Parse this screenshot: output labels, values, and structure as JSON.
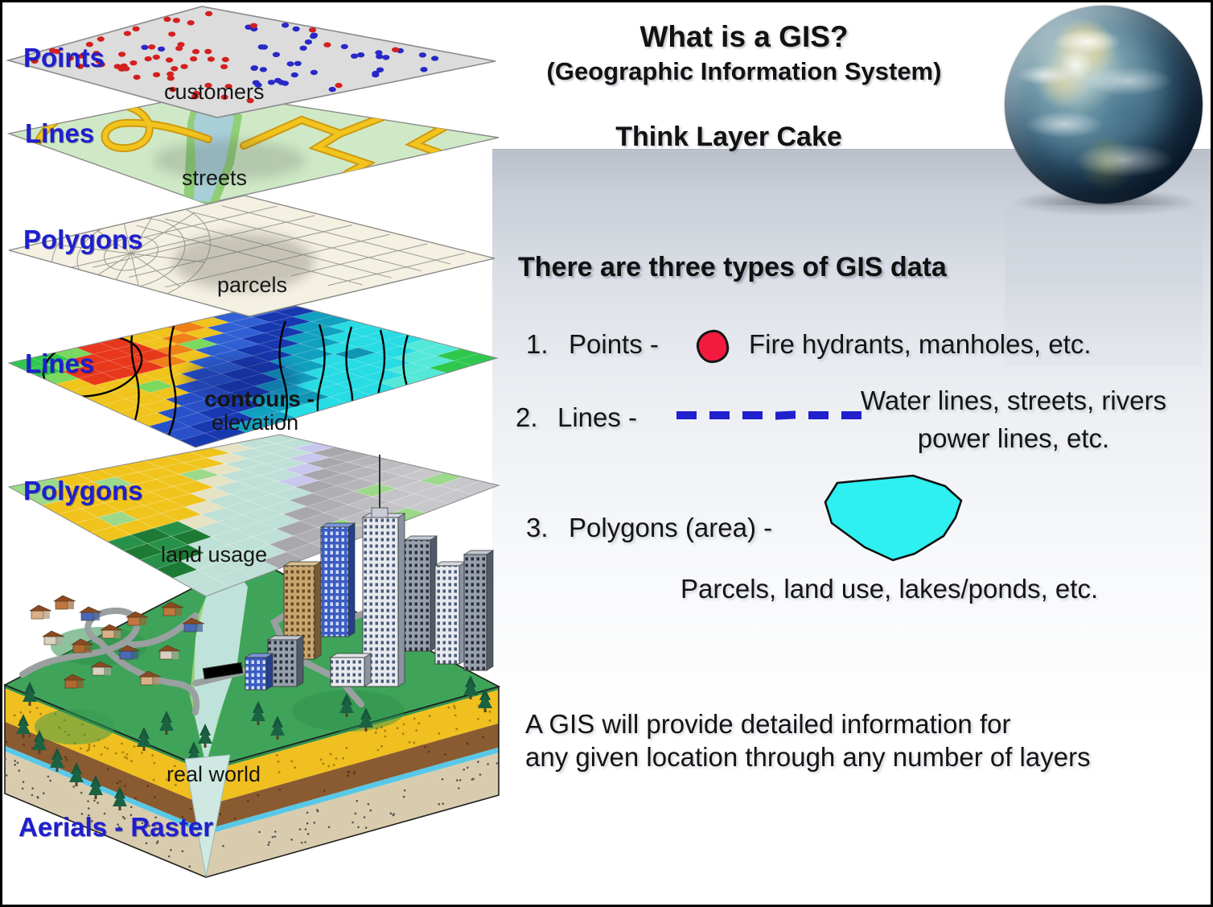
{
  "slide": {
    "title_line1": "What is a GIS?",
    "title_line2": "(Geographic Information System)",
    "subtitle": "Think Layer Cake",
    "section_heading": "There are three types of GIS data",
    "footer_line1": "A GIS will provide detailed information for",
    "footer_line2": "any given location through any number of layers"
  },
  "layer_stack": {
    "labels": [
      {
        "text": "Points"
      },
      {
        "text": "Lines"
      },
      {
        "text": "Polygons"
      },
      {
        "text": "Lines"
      },
      {
        "text": "Polygons"
      },
      {
        "text": "Aerials - Raster"
      }
    ],
    "captions": [
      "customers",
      "streets",
      "parcels",
      "contours -",
      "elevation",
      "land usage",
      "real world"
    ]
  },
  "data_types": {
    "items": [
      {
        "number": "1.",
        "label": "Points - ",
        "icon": "point-marker-icon",
        "description": "Fire hydrants, manholes, etc."
      },
      {
        "number": "2.",
        "label": "Lines - ",
        "icon": "dashed-line-icon",
        "description_line1": "Water lines, streets, rivers",
        "description_line2": "power lines, etc."
      },
      {
        "number": "3.",
        "label": "Polygons (area) - ",
        "icon": "polygon-icon",
        "description": "Parcels, land use, lakes/ponds, etc."
      }
    ]
  },
  "colors": {
    "label_blue": "#1f1fd0",
    "point_red": "#f31a40",
    "line_blue": "#2020cc",
    "polygon_cyan": "#2ef0f0"
  }
}
